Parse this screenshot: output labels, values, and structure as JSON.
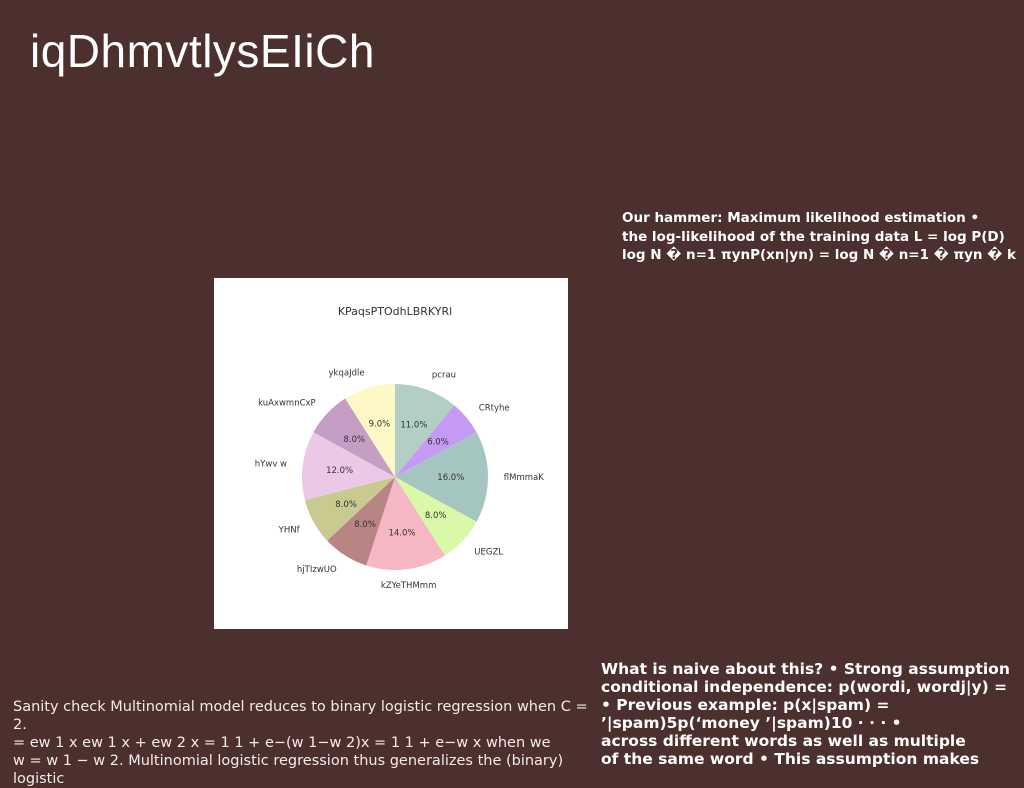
{
  "slide": {
    "title": "iqDhmvtlysEIiCh",
    "top_right_text": "Our hammer: Maximum likelihood estimation •\nthe log-likelihood of the training data L = log P(D)\nlog N � n=1 πynP(xn|yn) = log N � n=1 � πyn � k",
    "bottom_left_text": "Sanity check Multinomial model reduces to binary logistic regression when C = 2.\n= ew  1 x ew  1 x + ew  2 x = 1 1 + e−(w 1−w 2)x = 1 1 + e−w x when we\nw = w 1 − w 2. Multinomial logistic regression thus generalizes the (binary) logistic",
    "bottom_right_text": "What is naive about this? • Strong assumption\nconditional independence: p(wordi, wordj|y) =\n• Previous example: p(x|spam) =\n’|spam)5p(‘money ’|spam)10 · · · •\nacross different words as well as multiple\nof the same word • This assumption makes"
  },
  "chart_data": {
    "type": "pie",
    "title": "KPaqsPTOdhLBRKYRl",
    "start_angle_deg": 90,
    "direction": "clockwise",
    "slices": [
      {
        "label": "pcrau",
        "value": 11.0,
        "pct_label": "11.0%",
        "color": "#b3cfc4"
      },
      {
        "label": "CRtyhe",
        "value": 6.0,
        "pct_label": "6.0%",
        "color": "#c59af5"
      },
      {
        "label": "flMmmaK",
        "value": 16.0,
        "pct_label": "16.0%",
        "color": "#a5c6c0"
      },
      {
        "label": "UEGZL",
        "value": 8.0,
        "pct_label": "8.0%",
        "color": "#d9f9a8"
      },
      {
        "label": "kZYeTHMmm",
        "value": 14.0,
        "pct_label": "14.0%",
        "color": "#f5b7c4"
      },
      {
        "label": "hjTIzwUO",
        "value": 8.0,
        "pct_label": "8.0%",
        "color": "#b88484"
      },
      {
        "label": "YHNf",
        "value": 8.0,
        "pct_label": "8.0%",
        "color": "#c9ca90"
      },
      {
        "label": "hYwv w",
        "value": 12.0,
        "pct_label": "12.0%",
        "color": "#ebc8e6"
      },
      {
        "label": "kuAxwmnCxP",
        "value": 8.0,
        "pct_label": "8.0%",
        "color": "#c49ec5"
      },
      {
        "label": "ykqaJdle",
        "value": 9.0,
        "pct_label": "9.0%",
        "color": "#fdf8c5"
      }
    ]
  }
}
